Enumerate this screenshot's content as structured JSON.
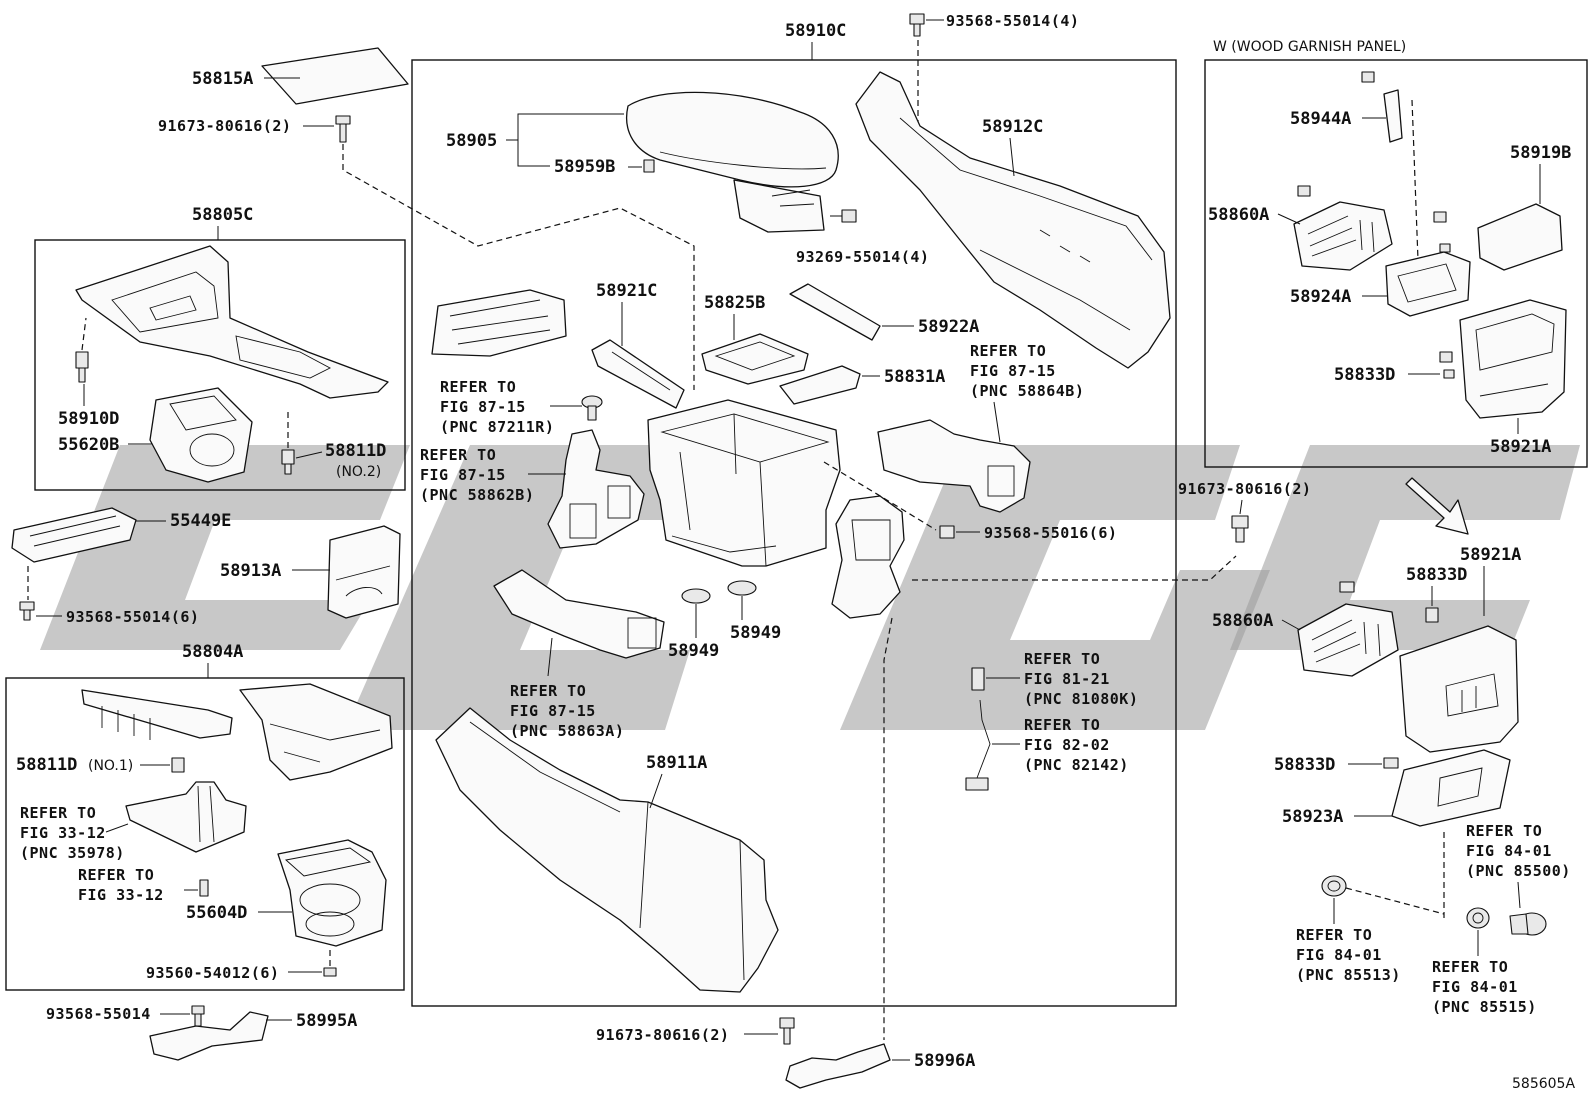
{
  "diagram": {
    "figure_code": "585605A",
    "boxes": {
      "main": {
        "label": "58910C"
      },
      "console_upper": {
        "label": "58805C"
      },
      "console_lower": {
        "label": "58804A"
      },
      "wood_panel": {
        "title": "W (WOOD GARNISH PANEL)"
      }
    },
    "parts": [
      {
        "id": "p-58815A",
        "text": "58815A"
      },
      {
        "id": "p-91673-80616-a",
        "text": "91673-80616(2)"
      },
      {
        "id": "p-58905",
        "text": "58905"
      },
      {
        "id": "p-58959B",
        "text": "58959B"
      },
      {
        "id": "p-93568-55014-4",
        "text": "93568-55014(4)"
      },
      {
        "id": "p-58912C",
        "text": "58912C"
      },
      {
        "id": "p-93269-55014-4",
        "text": "93269-55014(4)"
      },
      {
        "id": "p-58921C",
        "text": "58921C"
      },
      {
        "id": "p-58825B",
        "text": "58825B"
      },
      {
        "id": "p-58922A",
        "text": "58922A"
      },
      {
        "id": "p-58831A",
        "text": "58831A"
      },
      {
        "id": "p-58910D",
        "text": "58910D"
      },
      {
        "id": "p-55620B",
        "text": "55620B"
      },
      {
        "id": "p-58811D-no2",
        "text": "58811D"
      },
      {
        "id": "p-55449E",
        "text": "55449E"
      },
      {
        "id": "p-58913A",
        "text": "58913A"
      },
      {
        "id": "p-93568-55014-6",
        "text": "93568-55014(6)"
      },
      {
        "id": "p-93568-55016-6",
        "text": "93568-55016(6)"
      },
      {
        "id": "p-58949-a",
        "text": "58949"
      },
      {
        "id": "p-58949-b",
        "text": "58949"
      },
      {
        "id": "p-58911A",
        "text": "58911A"
      },
      {
        "id": "p-58811D-no1",
        "text": "58811D"
      },
      {
        "id": "p-55604D",
        "text": "55604D"
      },
      {
        "id": "p-93560-54012-6",
        "text": "93560-54012(6)"
      },
      {
        "id": "p-93568-55014",
        "text": "93568-55014"
      },
      {
        "id": "p-58995A",
        "text": "58995A"
      },
      {
        "id": "p-91673-80616-b",
        "text": "91673-80616(2)"
      },
      {
        "id": "p-58996A",
        "text": "58996A"
      },
      {
        "id": "p-58944A",
        "text": "58944A"
      },
      {
        "id": "p-58919B",
        "text": "58919B"
      },
      {
        "id": "p-58860A-top",
        "text": "58860A"
      },
      {
        "id": "p-58924A",
        "text": "58924A"
      },
      {
        "id": "p-58833D-top",
        "text": "58833D"
      },
      {
        "id": "p-58921A-top",
        "text": "58921A"
      },
      {
        "id": "p-91673-80616-c",
        "text": "91673-80616(2)"
      },
      {
        "id": "p-58921A-bot",
        "text": "58921A"
      },
      {
        "id": "p-58833D-mid",
        "text": "58833D"
      },
      {
        "id": "p-58860A-bot",
        "text": "58860A"
      },
      {
        "id": "p-58833D-bot",
        "text": "58833D"
      },
      {
        "id": "p-58923A",
        "text": "58923A"
      }
    ],
    "notes": {
      "no2": "(NO.2)",
      "no1": "(NO.1)"
    },
    "references": {
      "r87211R": [
        "REFER TO",
        "FIG 87-15",
        "(PNC 87211R)"
      ],
      "r58862B": [
        "REFER TO",
        "FIG 87-15",
        "(PNC 58862B)"
      ],
      "r58864B": [
        "REFER TO",
        "FIG 87-15",
        "(PNC 58864B)"
      ],
      "r58863A": [
        "REFER TO",
        "FIG 87-15",
        "(PNC 58863A)"
      ],
      "r81080K": [
        "REFER TO",
        "FIG 81-21",
        "(PNC 81080K)"
      ],
      "r82142": [
        "REFER TO",
        "FIG 82-02",
        "(PNC 82142)"
      ],
      "r35978": [
        "REFER TO",
        "FIG 33-12",
        "(PNC 35978)"
      ],
      "r3312": [
        "REFER TO",
        "FIG 33-12"
      ],
      "r85500": [
        "REFER TO",
        "FIG 84-01",
        "(PNC 85500)"
      ],
      "r85513": [
        "REFER TO",
        "FIG 84-01",
        "(PNC 85513)"
      ],
      "r85515": [
        "REFER TO",
        "FIG 84-01",
        "(PNC 85515)"
      ]
    }
  }
}
